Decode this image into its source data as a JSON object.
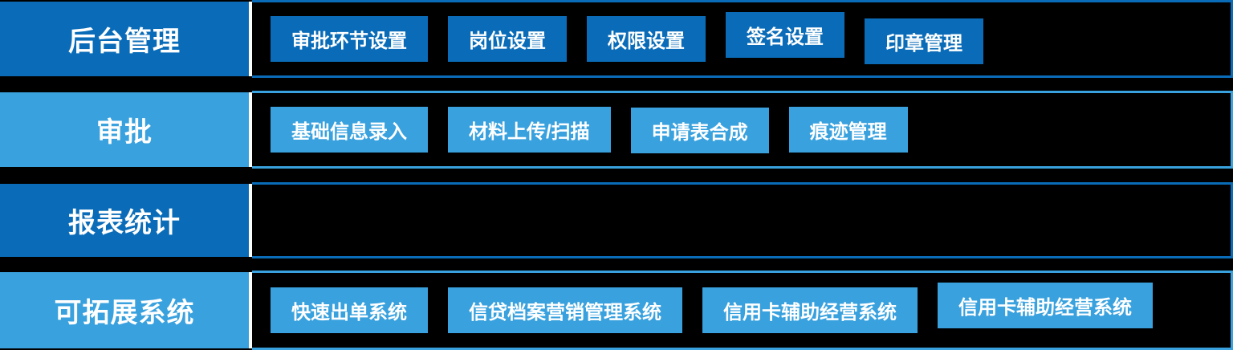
{
  "colors": {
    "dark_blue": "#0a6cb8",
    "light_blue": "#38a1de",
    "divider_white": "#ffffff",
    "panel_background": "#000000",
    "text": "#ffffff"
  },
  "diagram": {
    "rows": [
      {
        "label": "后台管理",
        "accent": "dark_blue",
        "buttons": [
          "审批环节设置",
          "岗位设置",
          "权限设置",
          "签名设置",
          "印章管理"
        ]
      },
      {
        "label": "审批",
        "accent": "light_blue",
        "buttons": [
          "基础信息录入",
          "材料上传/扫描",
          "申请表合成",
          "痕迹管理"
        ]
      },
      {
        "label": "报表统计",
        "accent": "dark_blue",
        "buttons": []
      },
      {
        "label": "可拓展系统",
        "accent": "light_blue",
        "buttons": [
          "快速出单系统",
          "信贷档案营销管理系统",
          "信用卡辅助经营系统",
          "信用卡辅助经营系统"
        ]
      }
    ]
  }
}
